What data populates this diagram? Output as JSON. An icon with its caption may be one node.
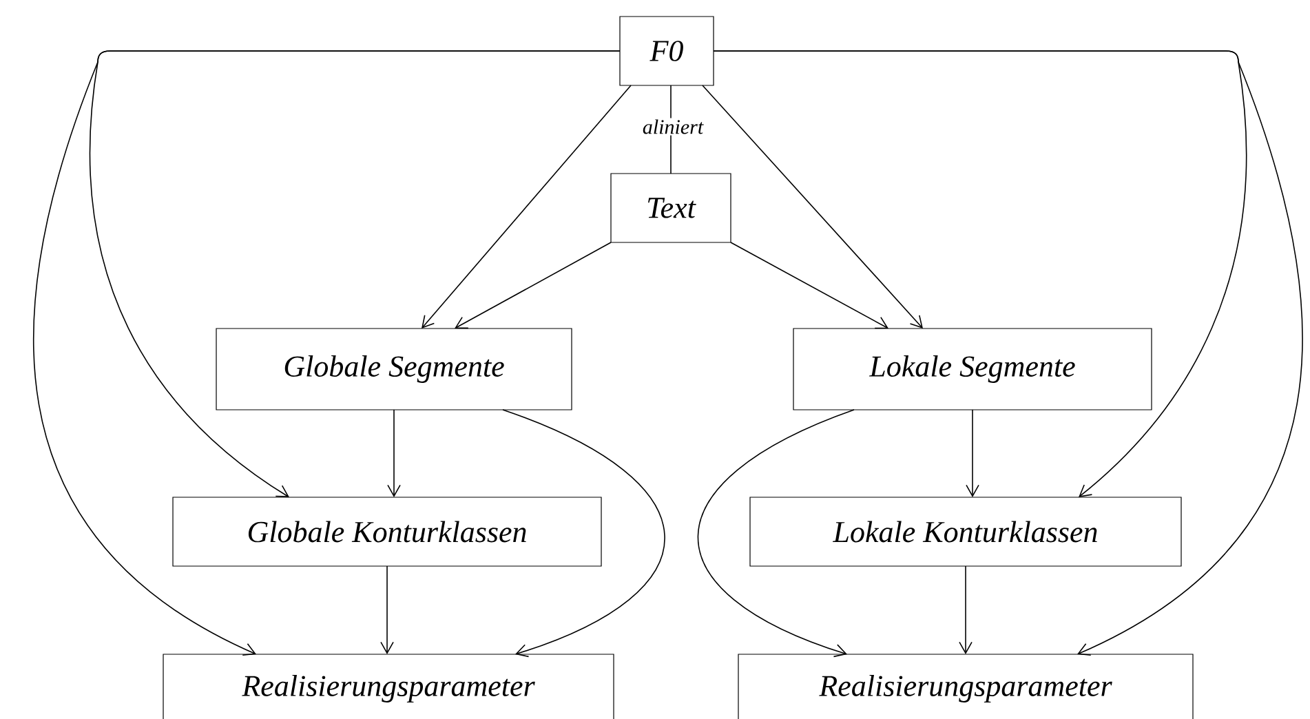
{
  "diagram": {
    "nodes": [
      {
        "text": [
          "F0"
        ]
      },
      {
        "text": [
          "Text"
        ]
      },
      {
        "text": [
          "Globale Segmente"
        ]
      },
      {
        "text": [
          "Lokale Segmente"
        ]
      },
      {
        "text": [
          "Globale Konturklassen"
        ]
      },
      {
        "text": [
          "Lokale Konturklassen"
        ]
      },
      {
        "text": [
          "Realisierungsparameter"
        ]
      },
      {
        "text": [
          "Realisierungsparameter"
        ]
      }
    ],
    "edges": [
      {
        "from": 0,
        "to": 1,
        "arrow": "none",
        "label": "aliniert"
      },
      {
        "from": 0,
        "to": 2,
        "arrow": "to"
      },
      {
        "from": 1,
        "to": 2,
        "arrow": "to"
      },
      {
        "from": 0,
        "to": 3,
        "arrow": "to"
      },
      {
        "from": 1,
        "to": 3,
        "arrow": "to"
      },
      {
        "from": 2,
        "to": 4,
        "arrow": "to"
      },
      {
        "from": 4,
        "to": 6,
        "arrow": "to"
      },
      {
        "from": 2,
        "to": 6,
        "arrow": "to"
      },
      {
        "from": 3,
        "to": 5,
        "arrow": "to"
      },
      {
        "from": 5,
        "to": 7,
        "arrow": "to"
      },
      {
        "from": 3,
        "to": 7,
        "arrow": "to"
      },
      {
        "from": 0,
        "to": 4,
        "arrow": "to"
      },
      {
        "from": 0,
        "to": 6,
        "arrow": "to"
      },
      {
        "from": 0,
        "to": 5,
        "arrow": "to"
      },
      {
        "from": 0,
        "to": 7,
        "arrow": "to"
      }
    ]
  }
}
